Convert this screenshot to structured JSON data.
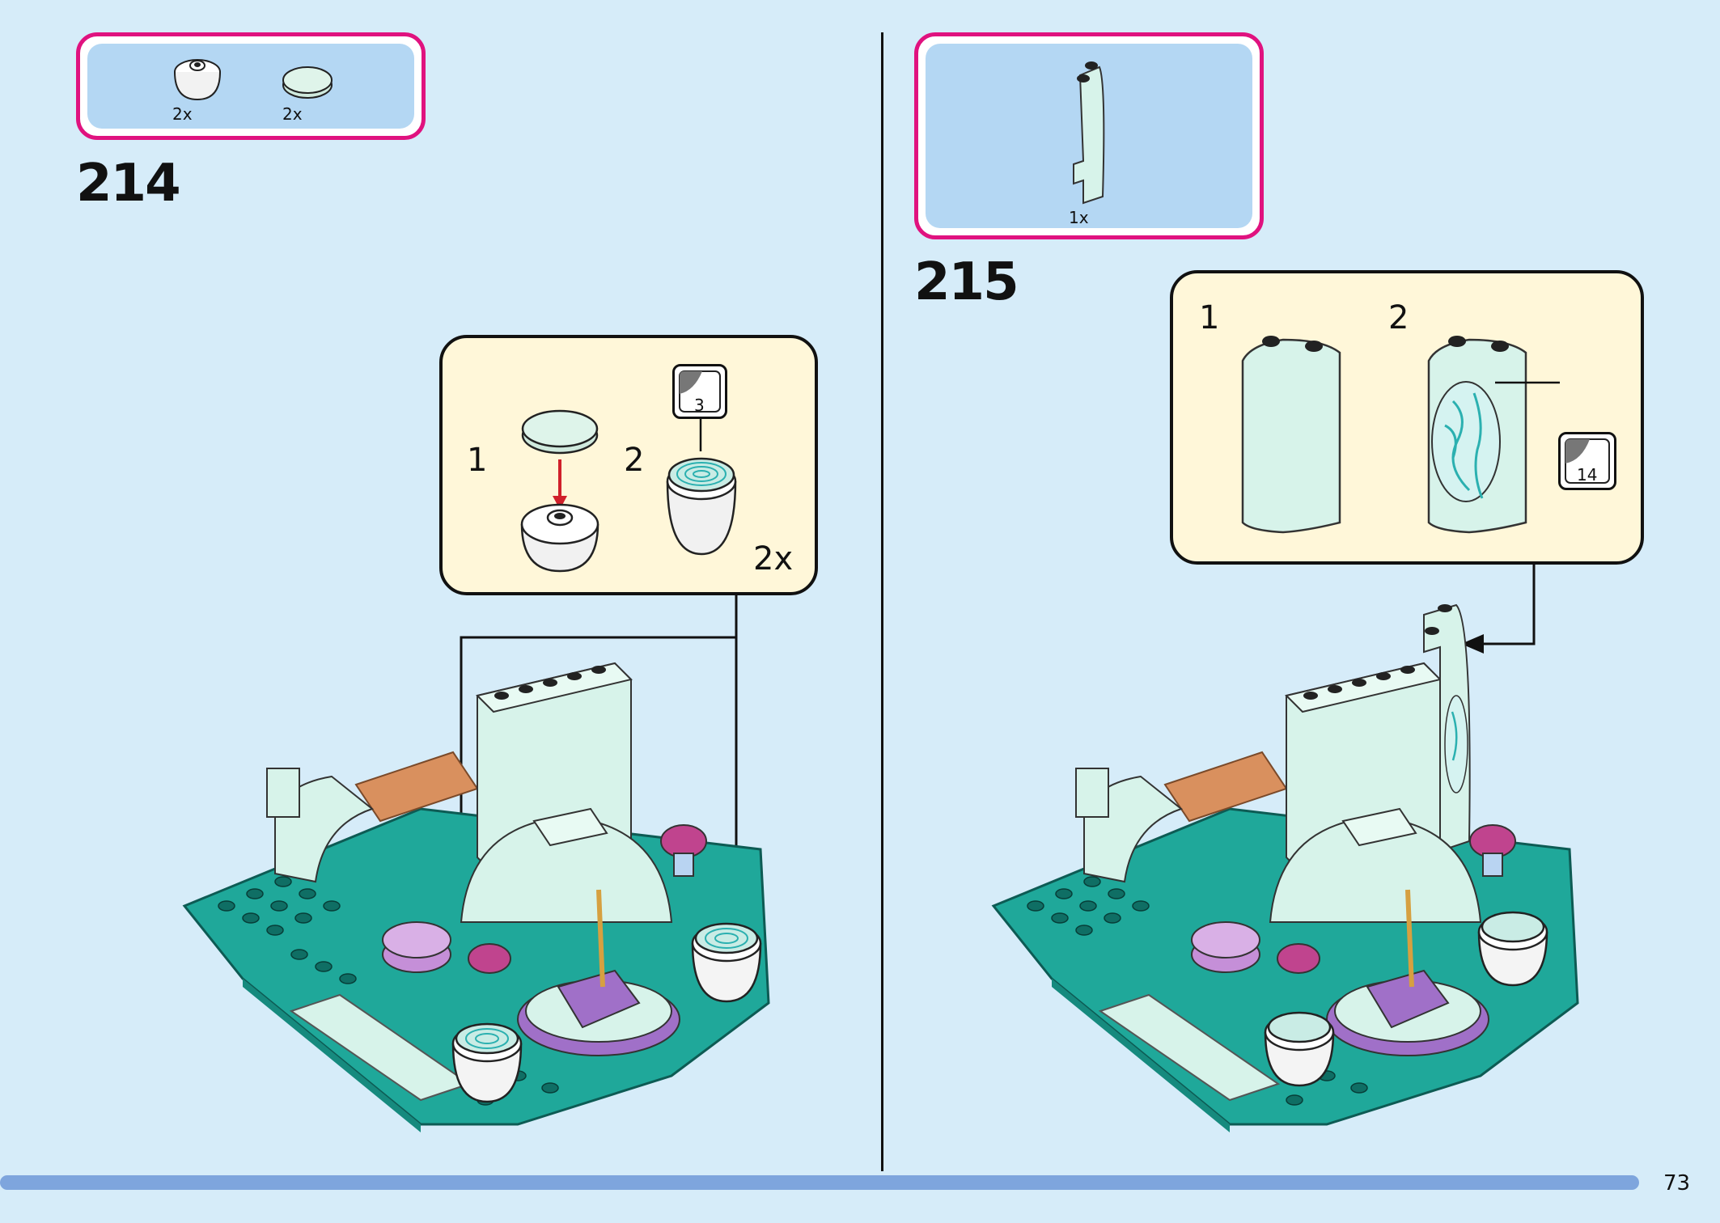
{
  "left_step": {
    "number": "214",
    "parts": [
      {
        "name": "white round brick 2x2",
        "qty": "2x"
      },
      {
        "name": "mint round tile 2x2",
        "qty": "2x"
      }
    ],
    "callout": {
      "sub1": "1",
      "sub2": "2",
      "sticker_number": "3",
      "multiplier": "2x"
    }
  },
  "right_step": {
    "number": "215",
    "parts": [
      {
        "name": "mint curved panel",
        "qty": "1x"
      }
    ],
    "callout": {
      "sub1": "1",
      "sub2": "2",
      "sticker_number": "14"
    }
  },
  "page_number": "73",
  "colors": {
    "background": "#d6ecf9",
    "parts_border": "#e0127f",
    "parts_fill": "#b4d7f3",
    "callout_fill": "#fff7d9",
    "teal_plate": "#1fa89a",
    "mint": "#d7f3ea",
    "purple": "#a070c8",
    "orange": "#d9905e",
    "arrow_red": "#d0202a",
    "bottom_bar": "#7ea5dd"
  }
}
